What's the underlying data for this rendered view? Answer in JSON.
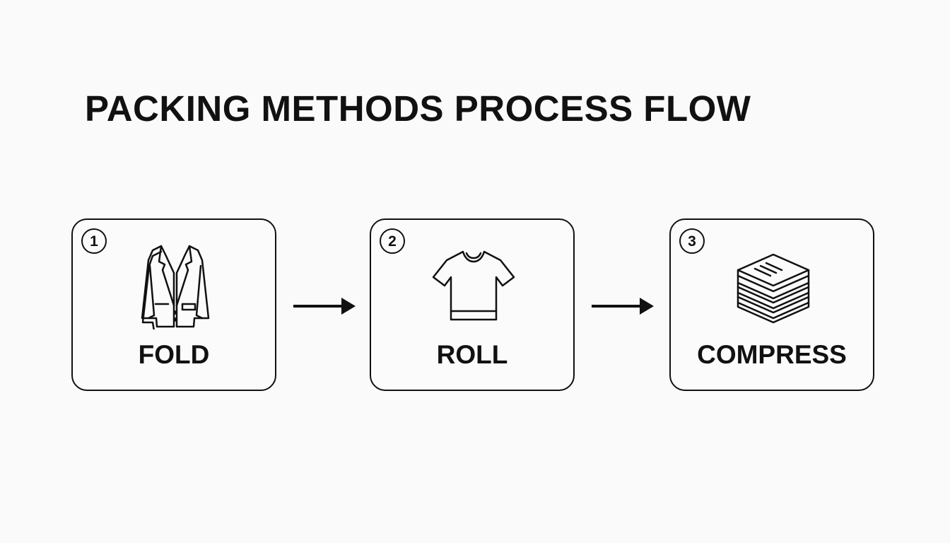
{
  "title": "PACKING METHODS PROCESS FLOW",
  "steps": [
    {
      "number": "1",
      "label": "FOLD",
      "icon": "jacket-icon"
    },
    {
      "number": "2",
      "label": "ROLL",
      "icon": "tshirt-icon"
    },
    {
      "number": "3",
      "label": "COMPRESS",
      "icon": "stacked-clothes-icon"
    }
  ],
  "colors": {
    "stroke": "#111111",
    "background": "#fafafa"
  }
}
